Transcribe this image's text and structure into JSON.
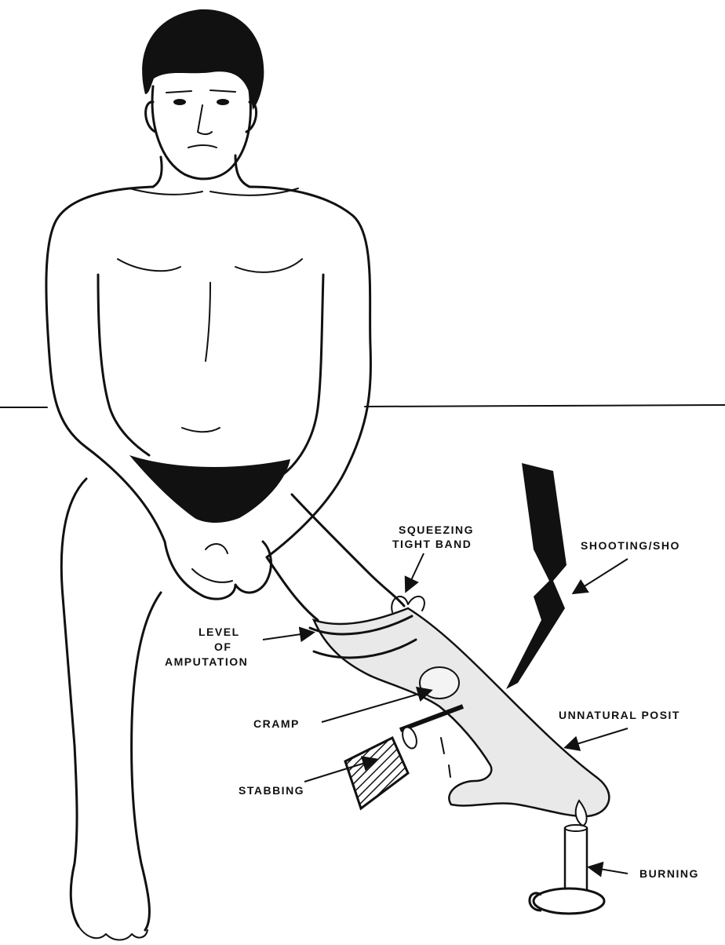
{
  "labels": {
    "squeezing_line1": "SQUEEZING",
    "squeezing_line2": "TIGHT BAND",
    "shooting": "SHOOTING/SHO",
    "level_line1": "LEVEL",
    "level_line2": "OF",
    "level_line3": "AMPUTATION",
    "cramp": "CRAMP",
    "unnatural": "UNNATURAL POSIT",
    "stabbing": "STABBING",
    "burning": "BURNING"
  },
  "colors": {
    "ink": "#111111",
    "background": "#ffffff",
    "phantom_shade": "#e9e9e9"
  }
}
